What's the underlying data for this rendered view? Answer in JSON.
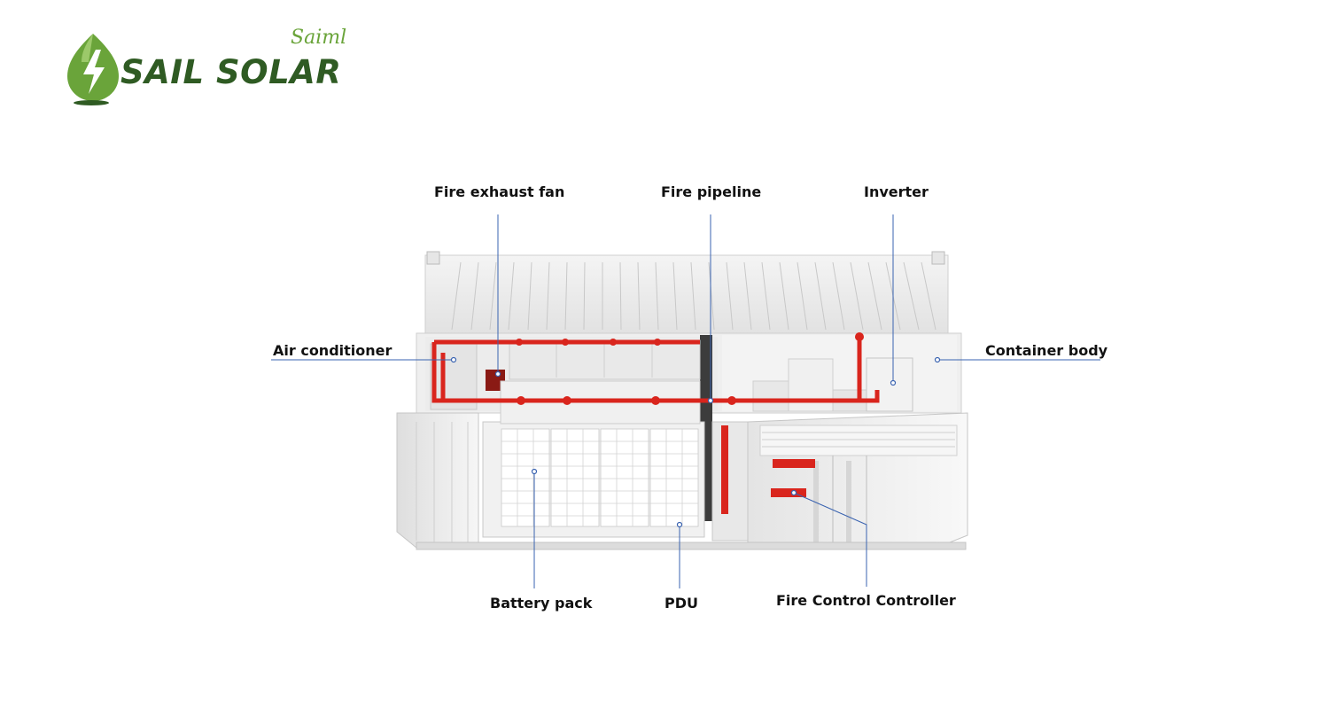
{
  "brand": {
    "name": "SAIL SOLAR",
    "script": "Saiml",
    "green_dark": "#2f5b23",
    "green_light": "#6aa43a"
  },
  "diagram": {
    "accent_line": "#3a63b0",
    "pipe_color": "#d9251d",
    "labels": {
      "fire_exhaust_fan": "Fire exhaust fan",
      "fire_pipeline": "Fire pipeline",
      "inverter": "Inverter",
      "air_conditioner": "Air conditioner",
      "container_body": "Container body",
      "battery_pack": "Battery pack",
      "pdu": "PDU",
      "fire_control_controller": "Fire Control Controller"
    }
  }
}
